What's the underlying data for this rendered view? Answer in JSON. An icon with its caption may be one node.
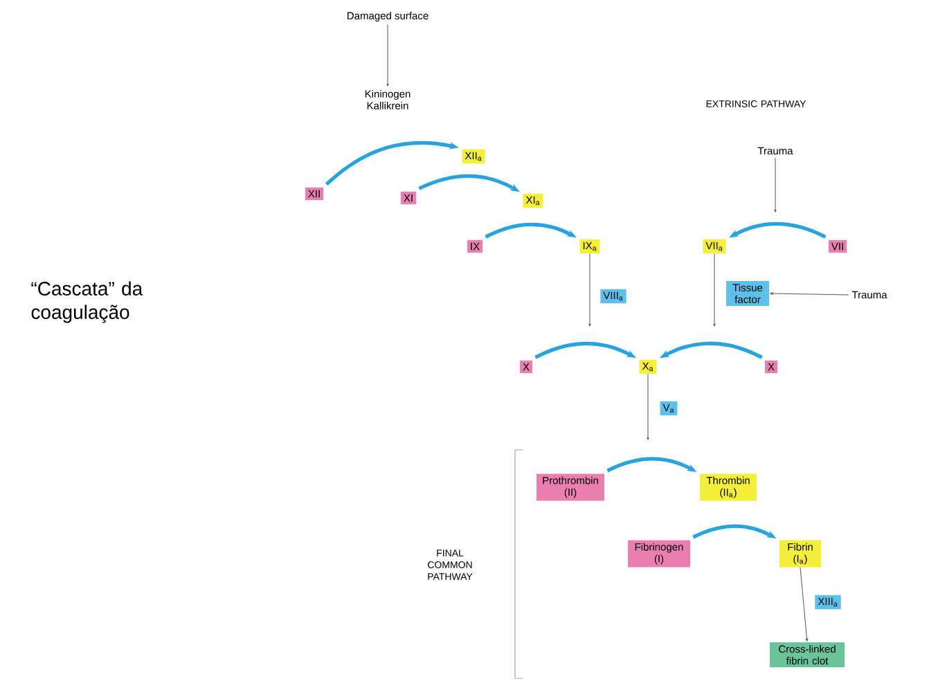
{
  "diagram": {
    "title": "“Cascata” da coagulação",
    "nodes": [
      {
        "text": [
          "Damaged surface"
        ]
      },
      {
        "text": [
          "Kininogen Kallikrein"
        ]
      },
      {
        "text": [
          "XII"
        ]
      },
      {
        "text": [
          "XII$_{a}$"
        ]
      },
      {
        "text": [
          "XI"
        ]
      },
      {
        "text": [
          "XI$_{a}$"
        ]
      },
      {
        "text": [
          "IX"
        ]
      },
      {
        "text": [
          "IX$_{a}$"
        ]
      },
      {
        "text": [
          "VIII$_{a}$"
        ]
      },
      {
        "text": [
          "Trauma"
        ]
      },
      {
        "text": [
          "VII$_{a}$"
        ]
      },
      {
        "text": [
          "VII"
        ]
      },
      {
        "text": [
          "Tissue factor"
        ]
      },
      {
        "text": [
          "Trauma"
        ]
      },
      {
        "text": [
          "X"
        ]
      },
      {
        "text": [
          "X$_{a}$"
        ]
      },
      {
        "text": [
          "X"
        ]
      },
      {
        "text": [
          "V$_{a}$"
        ]
      },
      {
        "text": [
          "Prothrombin (II)"
        ]
      },
      {
        "text": [
          "Thrombin (II$_{a}$)"
        ]
      },
      {
        "text": [
          "Fibrinogen (I)"
        ]
      },
      {
        "text": [
          "Fibrin (I$_{a}$)"
        ]
      },
      {
        "text": [
          "XIII$_{a}$"
        ]
      },
      {
        "text": [
          "Cross-linked fibrin clot"
        ]
      }
    ],
    "edges": [
      {
        "from": 0,
        "to": 1,
        "arrow": "to",
        "color": "#555555"
      },
      {
        "from": 2,
        "to": 3,
        "arrow": "to"
      },
      {
        "from": 4,
        "to": 5,
        "arrow": "to"
      },
      {
        "from": 6,
        "to": 7,
        "arrow": "to"
      },
      {
        "from": 7,
        "to": null,
        "arrow": "to",
        "color": "#555555"
      },
      {
        "from": 9,
        "to": null,
        "arrow": "to",
        "color": "#555555"
      },
      {
        "from": 11,
        "to": 10,
        "arrow": "to"
      },
      {
        "from": 10,
        "to": null,
        "arrow": "to",
        "color": "#555555"
      },
      {
        "from": 13,
        "to": 12,
        "arrow": "to",
        "color": "#555555"
      },
      {
        "from": 14,
        "to": 15,
        "arrow": "to"
      },
      {
        "from": 16,
        "to": 15,
        "arrow": "to"
      },
      {
        "from": 15,
        "to": null,
        "arrow": "to",
        "color": "#555555"
      },
      {
        "from": 18,
        "to": 19,
        "arrow": "to"
      },
      {
        "from": 20,
        "to": 21,
        "arrow": "to"
      },
      {
        "from": 21,
        "to": 23,
        "arrow": "to",
        "color": "#555555"
      }
    ],
    "labels": [
      "EXTRINSIC PATHWAY",
      "FINAL COMMON PATHWAY"
    ]
  }
}
